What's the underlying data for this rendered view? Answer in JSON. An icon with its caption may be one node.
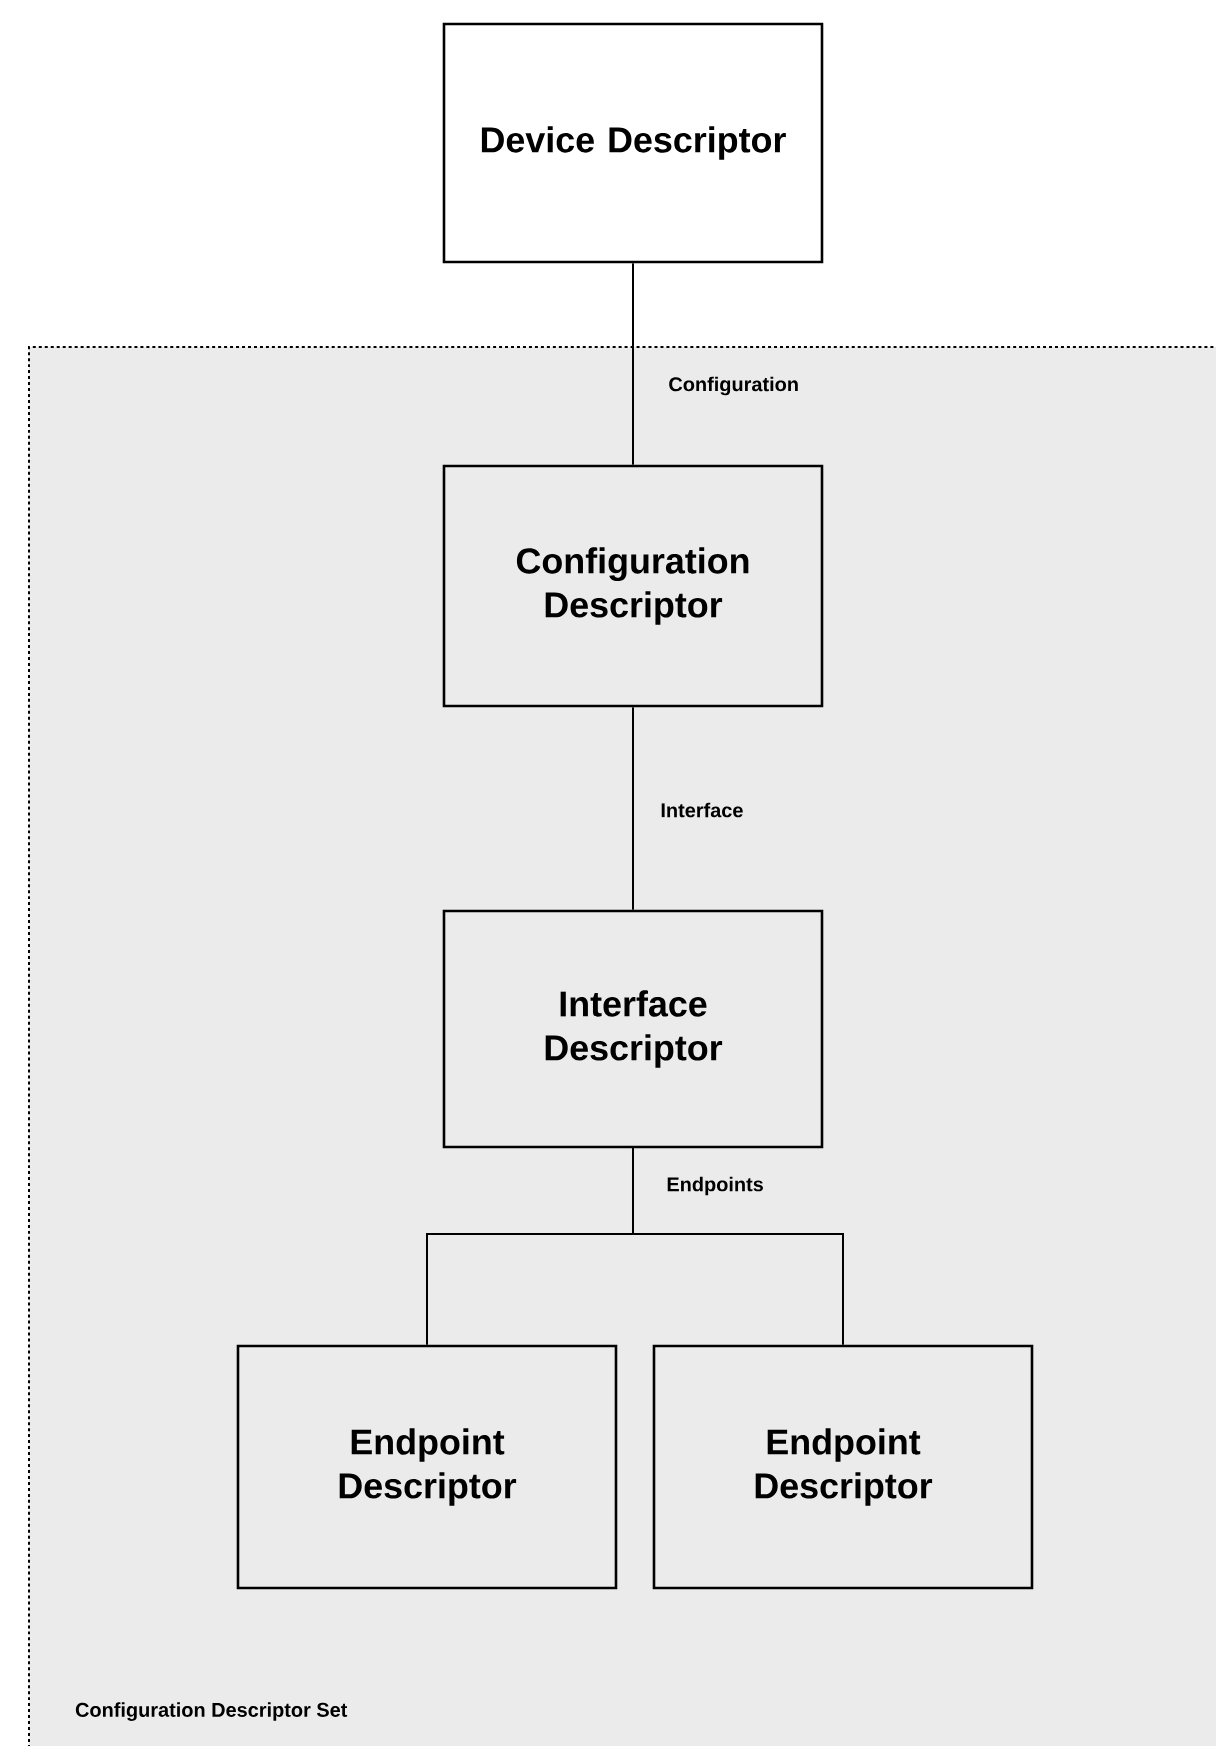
{
  "diagram": {
    "nodes": [
      {
        "text": [
          "Device Descriptor"
        ]
      },
      {
        "text": [
          "Configuration Descriptor Set"
        ]
      },
      {
        "text": [
          "Configuration Descriptor"
        ],
        "in": 1
      },
      {
        "text": [
          "Interface Descriptor"
        ],
        "in": 1
      },
      {
        "text": [
          "Endpoint Descriptor"
        ],
        "in": 1
      },
      {
        "text": [
          "Endpoint Descriptor"
        ],
        "in": 1
      }
    ],
    "edges": [
      {
        "from": 0,
        "to": 2,
        "arrow": "none",
        "label": "Configuration"
      },
      {
        "from": 2,
        "to": 3,
        "arrow": "none",
        "label": "Interface"
      },
      {
        "from": 3,
        "to": 4,
        "arrow": "none",
        "label": "Endpoints"
      },
      {
        "from": 3,
        "to": 5,
        "arrow": "none"
      }
    ]
  }
}
